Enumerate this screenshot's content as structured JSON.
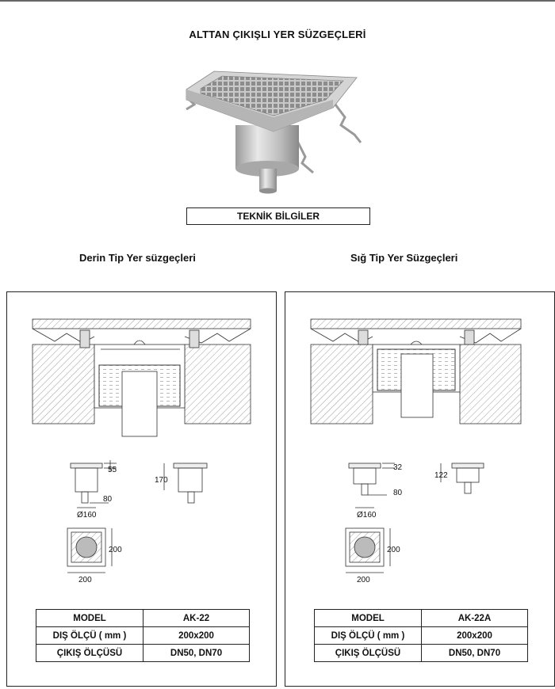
{
  "page": {
    "title": "ALTTAN ÇIKIŞLI YER SÜZGEÇLERİ",
    "technical_heading": "TEKNİK BİLGİLER"
  },
  "left": {
    "heading": "Derin Tip Yer süzgeçleri",
    "dims": {
      "flange_height": "55",
      "outlet_height": "80",
      "body_diameter": "Ø160",
      "total_height": "170",
      "plan_width": "200",
      "plan_height": "200"
    },
    "table": [
      {
        "label": "MODEL",
        "value": "AK-22"
      },
      {
        "label": "DIŞ ÖLÇÜ ( mm )",
        "value": "200x200"
      },
      {
        "label": "ÇIKIŞ ÖLÇÜSÜ",
        "value": "DN50, DN70"
      }
    ]
  },
  "right": {
    "heading": "Sığ Tip Yer Süzgeçleri",
    "dims": {
      "flange_height": "32",
      "outlet_height": "80",
      "body_diameter": "Ø160",
      "total_height": "122",
      "plan_width": "200",
      "plan_height": "200"
    },
    "table": [
      {
        "label": "MODEL",
        "value": "AK-22A"
      },
      {
        "label": "DIŞ ÖLÇÜ ( mm )",
        "value": "200x200"
      },
      {
        "label": "ÇIKIŞ ÖLÇÜSÜ",
        "value": "DN50, DN70"
      }
    ]
  }
}
